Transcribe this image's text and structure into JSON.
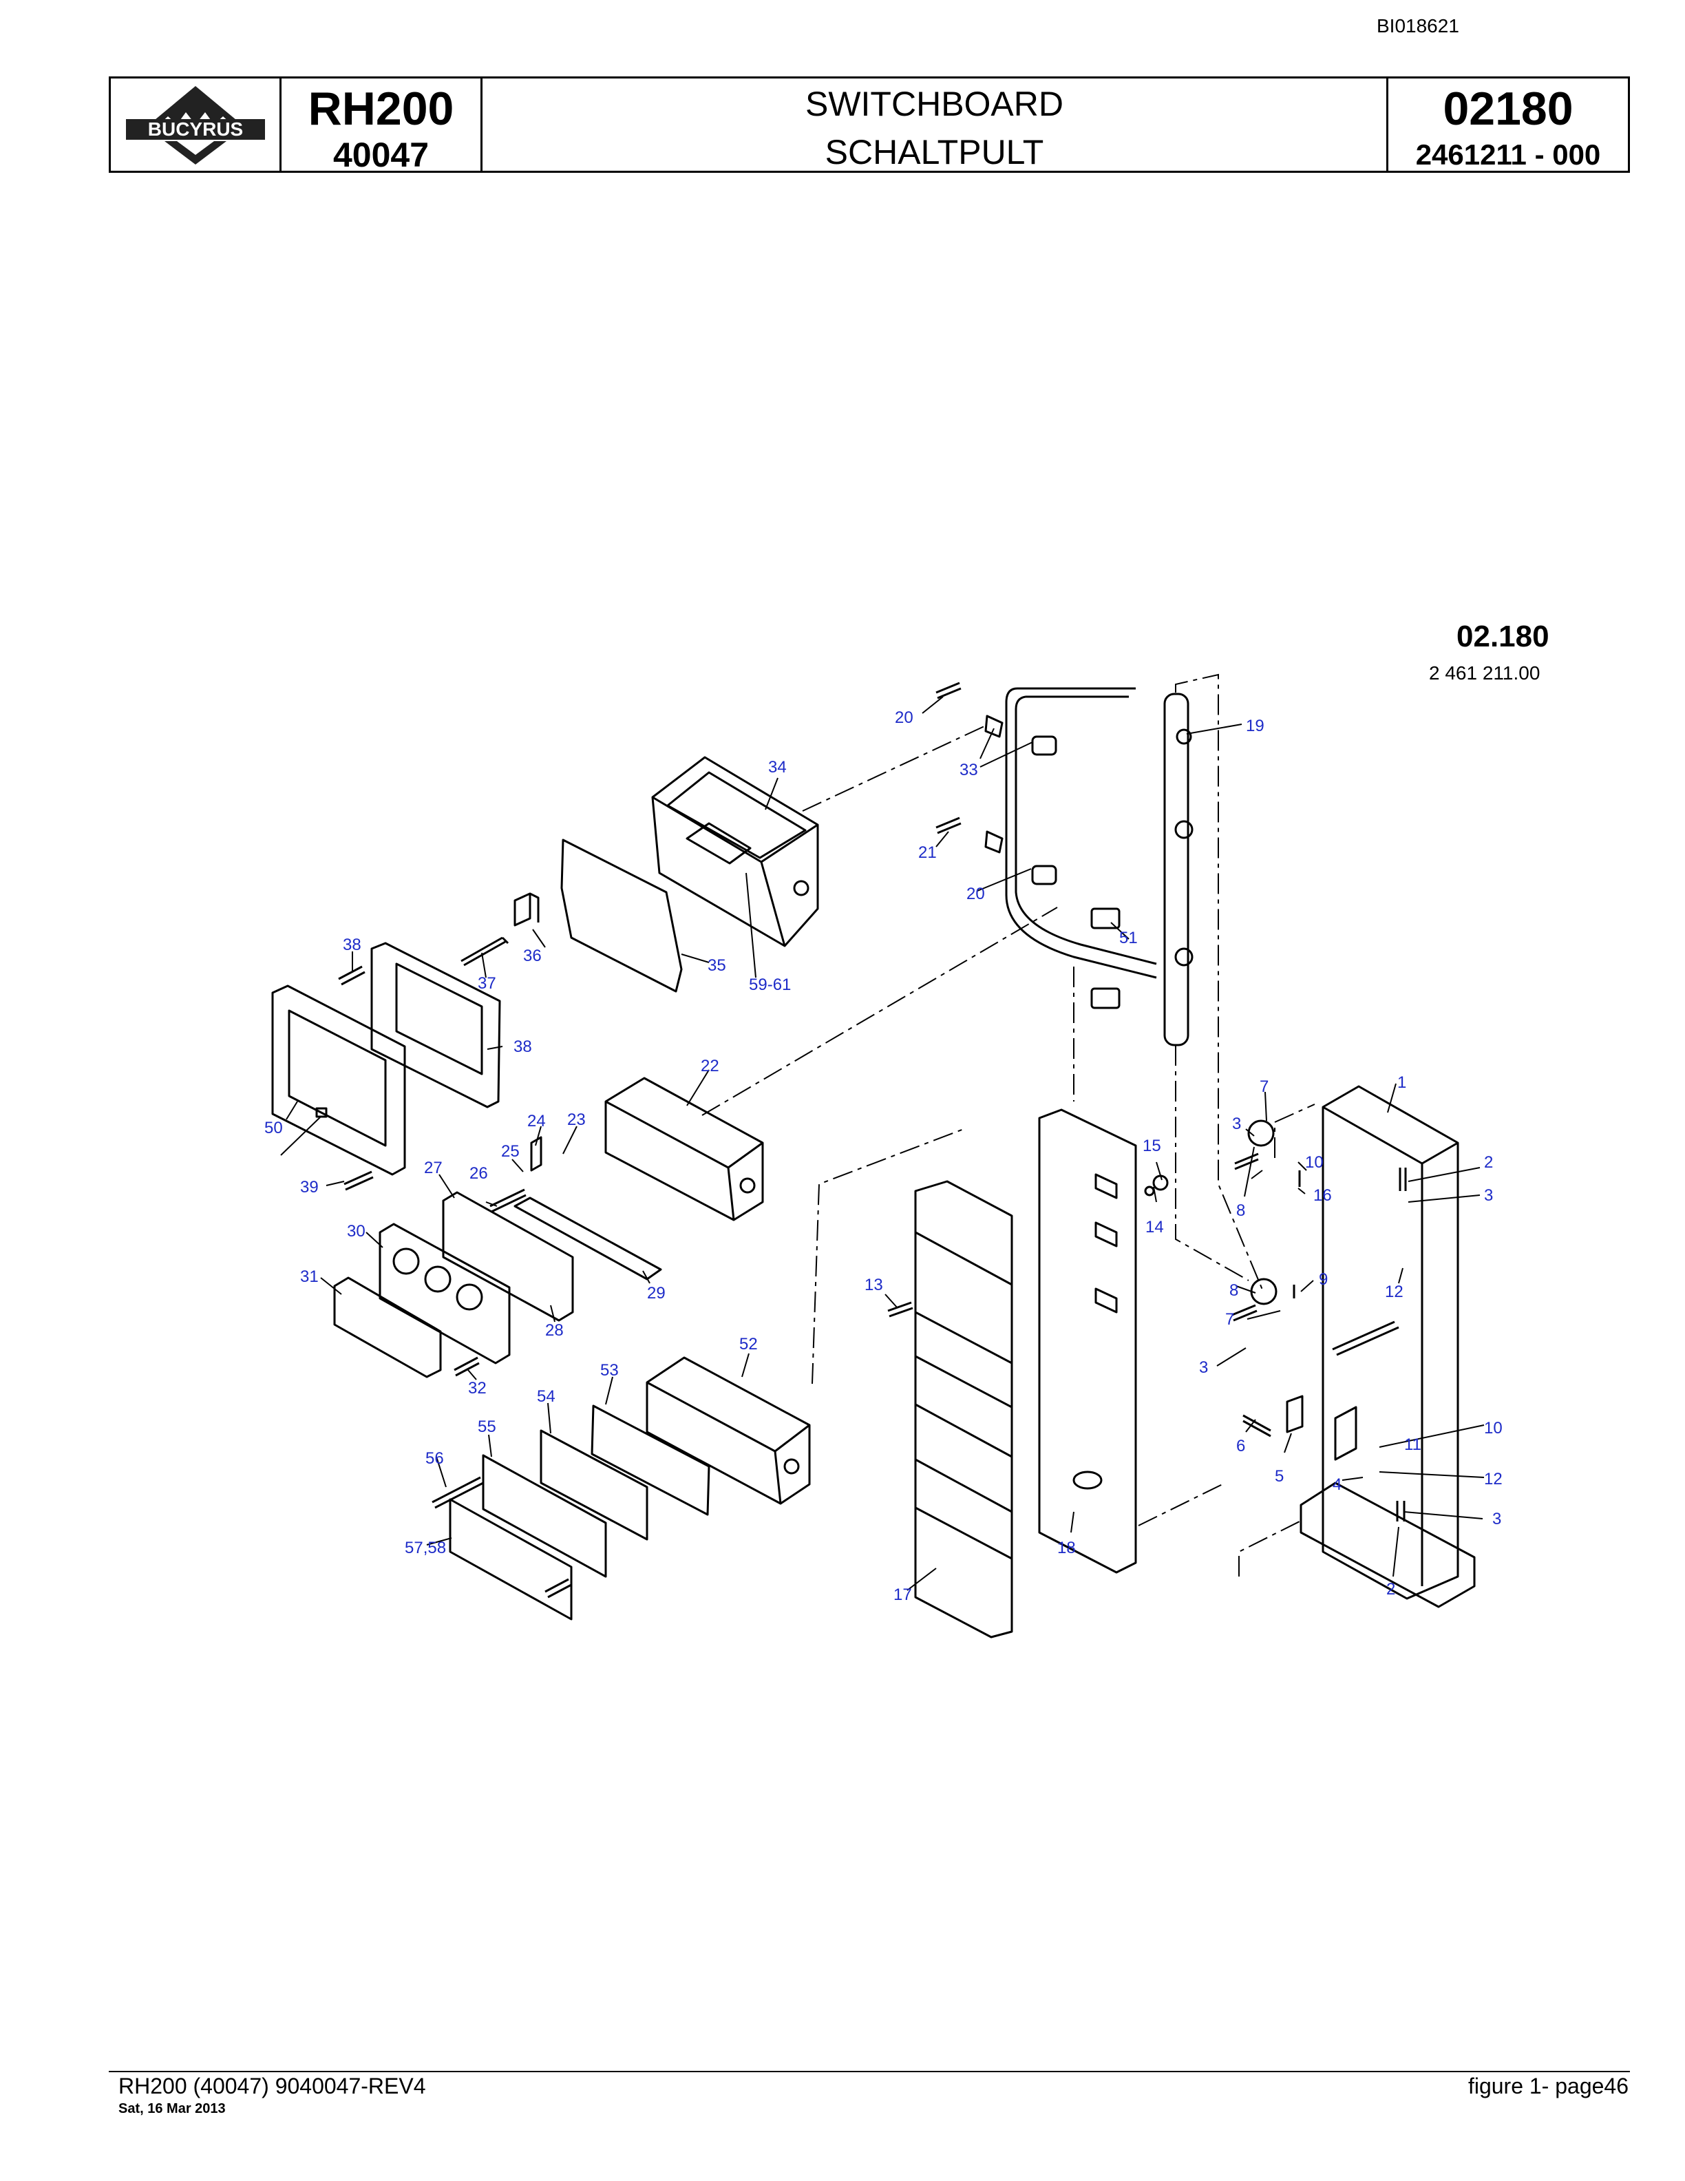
{
  "doc_id": "BI018621",
  "header": {
    "logo_text": "BUCYRUS",
    "model": "RH200",
    "model_number": "40047",
    "title_en": "SWITCHBOARD",
    "title_de": "SCHALTPULT",
    "group": "02180",
    "part_number": "2461211  - 000"
  },
  "figure": {
    "number": "02.180",
    "sub_number": "2 461 211.00",
    "callouts": [
      "1",
      "2",
      "2",
      "3",
      "3",
      "3",
      "3",
      "4",
      "5",
      "6",
      "7",
      "7",
      "8",
      "8",
      "9",
      "10",
      "10",
      "11",
      "12",
      "12",
      "13",
      "14",
      "15",
      "16",
      "17",
      "18",
      "19",
      "20",
      "20",
      "21",
      "22",
      "23",
      "24",
      "25",
      "26",
      "27",
      "28",
      "29",
      "30",
      "31",
      "32",
      "33",
      "34",
      "35",
      "36",
      "37",
      "38",
      "38",
      "39",
      "50",
      "51",
      "52",
      "53",
      "54",
      "55",
      "56",
      "57,58",
      "59-61"
    ]
  },
  "footer": {
    "left": "RH200 (40047) 9040047-REV4",
    "date": "Sat, 16 Mar 2013",
    "right": "figure  1- page46"
  },
  "colors": {
    "callout": "#1d2bc8",
    "line": "#000000"
  }
}
